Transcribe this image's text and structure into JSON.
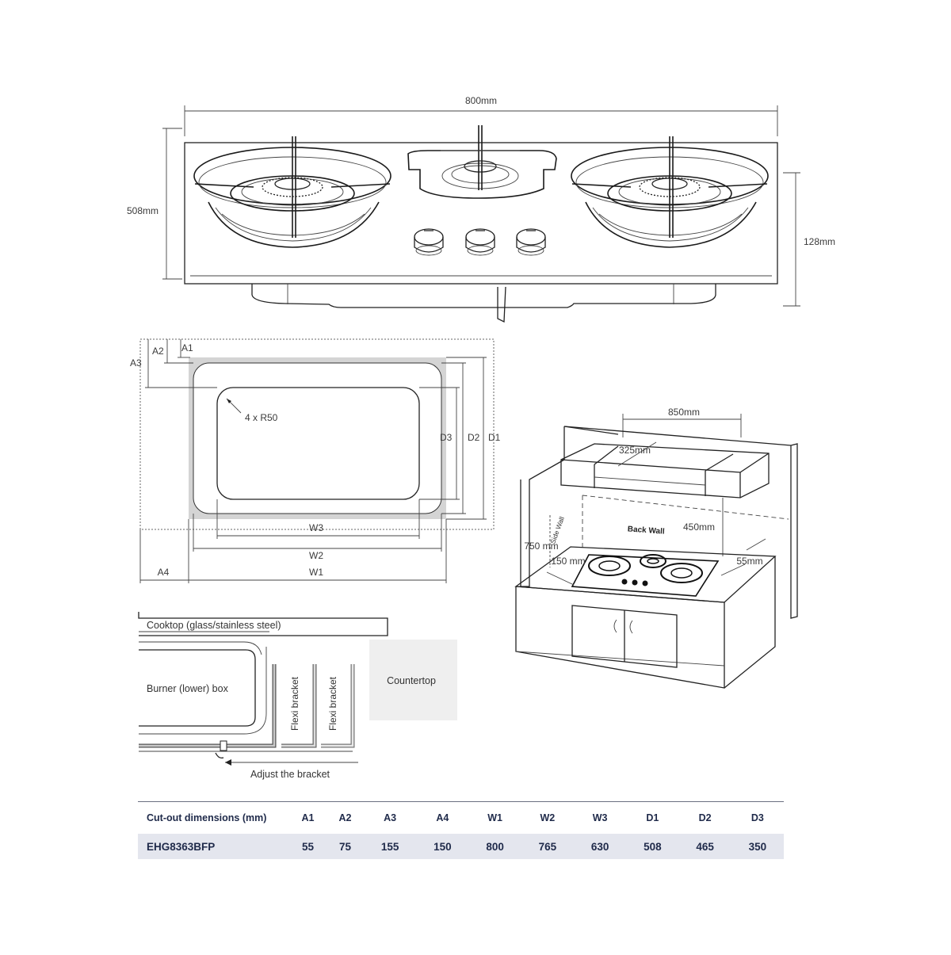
{
  "top_view": {
    "width_label": "800mm",
    "depth_label": "508mm",
    "height_label": "128mm"
  },
  "cutout": {
    "a1": "A1",
    "a2": "A2",
    "a3": "A3",
    "a4": "A4",
    "radius_label": "4 x R50",
    "d1": "D1",
    "d2": "D2",
    "d3": "D3",
    "w1": "W1",
    "w2": "W2",
    "w3": "W3"
  },
  "kitchen": {
    "hood_width_label": "850mm",
    "hood_gap_label": "325mm",
    "back_wall_label": "Back Wall",
    "hood_height_label": "450mm",
    "side_wall_label": "Side Wall",
    "side_height_label": "750 mm",
    "side_gap_label": "150 mm",
    "back_gap_label": "55mm"
  },
  "install": {
    "cooktop_label": "Cooktop (glass/stainless steel)",
    "burner_box_label": "Burner (lower) box",
    "bracket1_label": "Flexi bracket",
    "bracket2_label": "Flexi bracket",
    "countertop_label": "Countertop",
    "adjust_label": "Adjust the bracket"
  },
  "table": {
    "header_title": "Cut-out dimensions (mm)",
    "columns": [
      "A1",
      "A2",
      "A3",
      "A4",
      "W1",
      "W2",
      "W3",
      "D1",
      "D2",
      "D3"
    ],
    "model": "EHG8363BFP",
    "values": [
      "55",
      "75",
      "155",
      "150",
      "800",
      "765",
      "630",
      "508",
      "465",
      "350"
    ]
  },
  "colors": {
    "line": "#222222",
    "cutout_gray": "#d4d4d4",
    "countertop_gray": "#efefef",
    "table_row": "#e4e6ee",
    "table_text": "#1f2a4a"
  }
}
